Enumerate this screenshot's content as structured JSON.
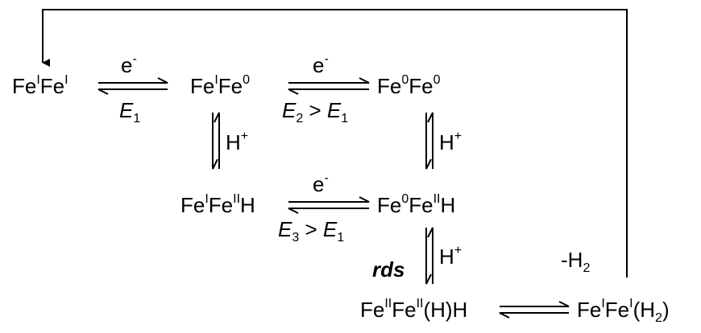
{
  "species": {
    "s1": {
      "base1": "Fe",
      "ox1": "I",
      "base2": "Fe",
      "ox2": "I"
    },
    "s2": {
      "base1": "Fe",
      "ox1": "I",
      "base2": "Fe",
      "ox2": "0"
    },
    "s3": {
      "base1": "Fe",
      "ox1": "0",
      "base2": "Fe",
      "ox2": "0"
    },
    "s4": {
      "base1": "Fe",
      "ox1": "I",
      "base2": "Fe",
      "ox2": "II",
      "tail": "H"
    },
    "s5": {
      "base1": "Fe",
      "ox1": "0",
      "base2": "Fe",
      "ox2": "II",
      "tail": "H"
    },
    "s6": {
      "base1": "Fe",
      "ox1": "II",
      "base2": "Fe",
      "ox2": "II",
      "tail": "(H)H"
    },
    "s7": {
      "base1": "Fe",
      "ox1": "I",
      "base2": "Fe",
      "ox2": "I",
      "tail_open": "(H",
      "tail_sub": "2",
      "tail_close": ")"
    }
  },
  "steps": {
    "e1": {
      "top_base": "e",
      "top_sup": "-",
      "bottom_var": "E",
      "bottom_sub": "1"
    },
    "e2": {
      "top_base": "e",
      "top_sup": "-",
      "bottom_var": "E",
      "bottom_sub": "2",
      "bottom_mid": " > ",
      "bottom_var2": "E",
      "bottom_sub2": "1"
    },
    "e3": {
      "top_base": "e",
      "top_sup": "-",
      "bottom_var": "E",
      "bottom_sub": "3",
      "bottom_mid": " > ",
      "bottom_var2": "E",
      "bottom_sub2": "1"
    },
    "p1": {
      "base": "H",
      "sup": "+"
    },
    "p2": {
      "base": "H",
      "sup": "+"
    },
    "p3": {
      "base": "H",
      "sup": "+",
      "side": "rds"
    },
    "h2loss": {
      "prefix": "-H",
      "sub": "2"
    }
  }
}
